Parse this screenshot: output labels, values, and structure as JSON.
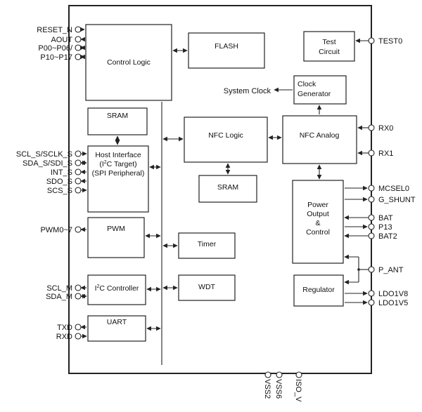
{
  "blocks": {
    "control_logic": "Control Logic",
    "flash": "FLASH",
    "test_circuit": [
      "Test",
      "Circuit"
    ],
    "clock_generator": [
      "Clock",
      "Generator"
    ],
    "system_clock": "System Clock",
    "sram_top": "SRAM",
    "nfc_logic": "NFC Logic",
    "nfc_analog": "NFC Analog",
    "host_interface": {
      "line1": "Host Interface",
      "line2_pre": "(I",
      "line2_sup": "2",
      "line2_post": "C Target)",
      "line3": "(SPI Peripheral)"
    },
    "sram_nfc": "SRAM",
    "power_output": [
      "Power",
      "Output",
      "&",
      "Control"
    ],
    "pwm": "PWM",
    "timer": "Timer",
    "i2c_controller": {
      "pre": "I",
      "sup": "2",
      "post": "C Controller"
    },
    "wdt": "WDT",
    "regulator": "Regulator",
    "uart": "UART"
  },
  "pins_left": {
    "reset_n": "RESET_N",
    "aout": "AOUT",
    "p00": "P00~P06/",
    "p10": "P10~P17",
    "scl_s": "SCL_S/SCLK_S",
    "sda_s": "SDA_S/SDI_S",
    "int_s": "INT_S",
    "sdo_s": "SDO_S",
    "scs_s": "SCS_S",
    "pwm": "PWM0~7",
    "scl_m": "SCL_M",
    "sda_m": "SDA_M",
    "txd": "TXD",
    "rxd": "RXD"
  },
  "pins_right": {
    "test0": "TEST0",
    "rx0": "RX0",
    "rx1": "RX1",
    "mcsel0": "MCSEL0",
    "g_shunt": "G_SHUNT",
    "bat": "BAT",
    "p13": "P13",
    "bat2": "BAT2",
    "p_ant": "P_ANT",
    "ldo1v8": "LDO1V8",
    "ldo1v5": "LDO1V5"
  },
  "pins_bottom": {
    "vss2": "VSS2",
    "vss6": "VSS6",
    "iso_v": "ISO_V"
  }
}
